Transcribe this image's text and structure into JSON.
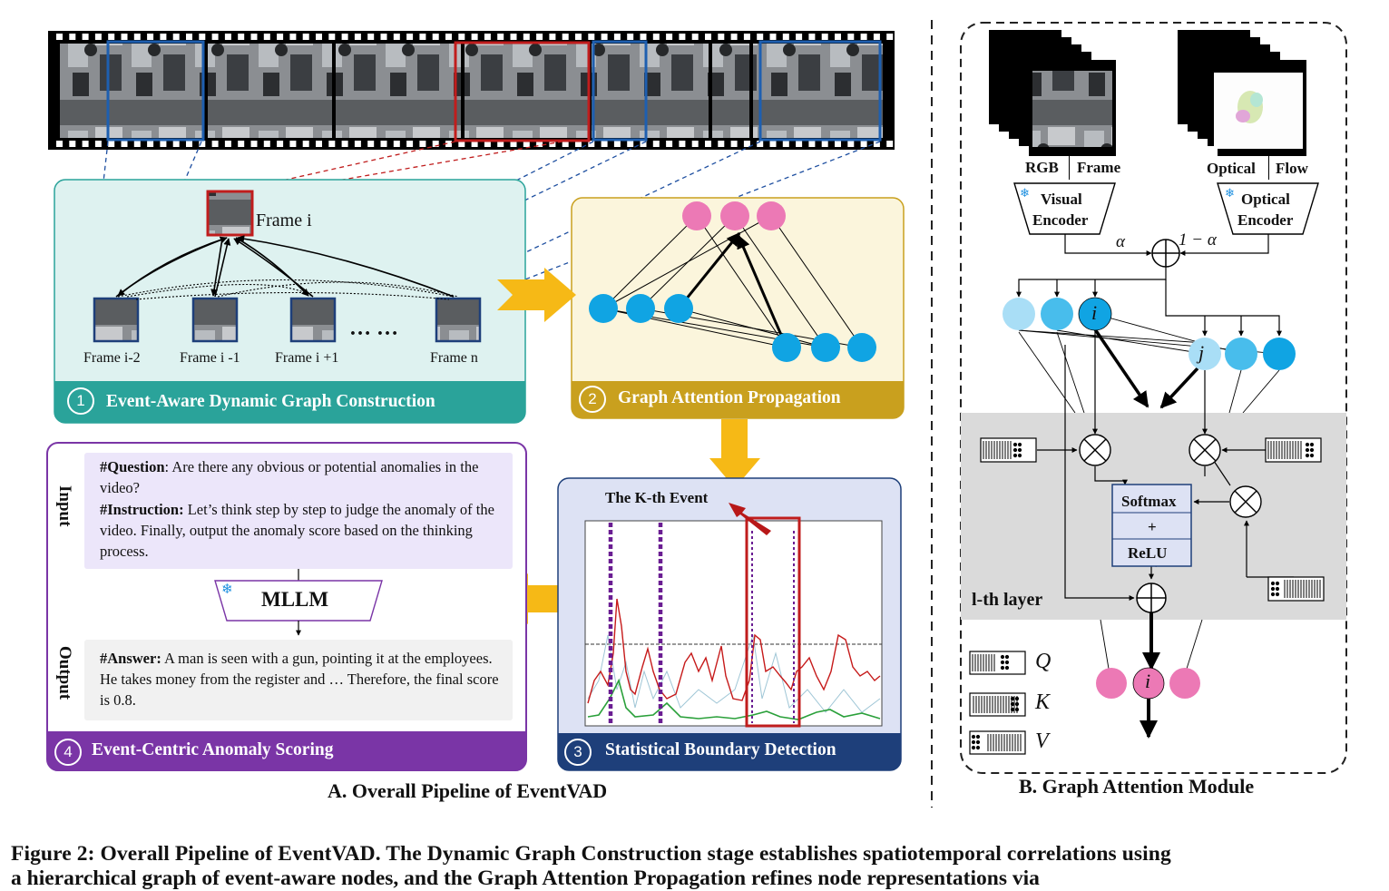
{
  "panel_a": {
    "title": "A. Overall Pipeline of EventVAD",
    "stage1": {
      "number": "1",
      "title": "Event-Aware Dynamic Graph Construction",
      "frame_i": "Frame i",
      "frames": [
        "Frame i-2",
        "Frame i -1",
        "Frame i +1",
        "Frame n"
      ],
      "ellipsis": "… …"
    },
    "stage2": {
      "number": "2",
      "title": "Graph Attention Propagation"
    },
    "stage3": {
      "number": "3",
      "title": "Statistical Boundary Detection",
      "event_label": "The K-th Event"
    },
    "stage4": {
      "number": "4",
      "title": "Event-Centric Anomaly Scoring",
      "input_label": "Input",
      "output_label": "Output",
      "question_key": "#Question",
      "question_text": ": Are there any obvious or potential anomalies in the video?",
      "instruction_key": "#Instruction:",
      "instruction_text": " Let’s think step by step to judge the anomaly of the video. Finally,  output the anomaly score based on the thinking process.",
      "mllm": "MLLM",
      "answer_key": "#Answer:",
      "answer_text": " A man is seen with a gun, pointing it at the employees. He takes money from the register and … Therefore, the final score is 0.8."
    }
  },
  "panel_b": {
    "title": "B. Graph Attention Module",
    "rgb_label": "RGB",
    "frame_label": "Frame",
    "optical_label": "Optical",
    "flow_label": "Flow",
    "visual_encoder": [
      "Visual",
      "Encoder"
    ],
    "optical_encoder": [
      "Optical",
      "Encoder"
    ],
    "alpha": "α",
    "one_minus_alpha": "1 − α",
    "node_i": "i",
    "node_j": "j",
    "softmax": "Softmax",
    "plus": "+",
    "relu": "ReLU",
    "layer_label": "l-th layer",
    "legend": [
      "Q",
      "K",
      "V"
    ]
  },
  "caption": {
    "line1": "Figure 2: Overall Pipeline of EventVAD. The Dynamic Graph Construction stage establishes spatiotemporal correlations using",
    "line2": "a hierarchical graph of event-aware nodes, and the Graph Attention Propagation refines node representations via"
  },
  "colors": {
    "teal": "#2aa39a",
    "teal_light": "#def2f0",
    "gold": "#c9a01e",
    "gold_light": "#fbf5dc",
    "navy": "#1e3f7a",
    "blue_light": "#dde2f4",
    "purple": "#7a35a6",
    "node_pink": "#ec79b5",
    "node_blue": "#10a4e3",
    "arrow_orange": "#f6b916",
    "red": "#c01d1d"
  }
}
